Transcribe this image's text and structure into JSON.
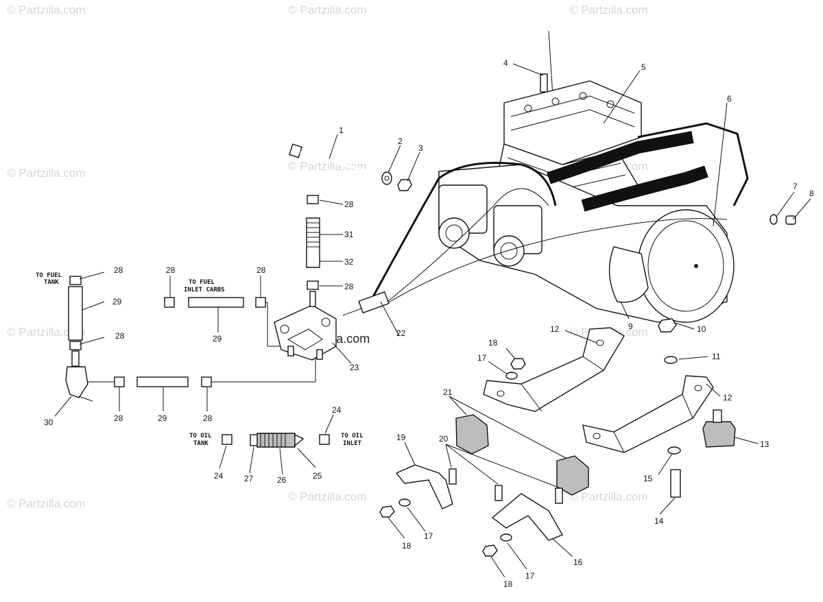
{
  "watermark": {
    "text": "© Partzilla.com",
    "center_text": "© Partzilla.com"
  },
  "callouts": {
    "c1": "1",
    "c2": "2",
    "c3": "3",
    "c4": "4",
    "c5": "5",
    "c6": "6",
    "c7": "7",
    "c8": "8",
    "c9": "9",
    "c10": "10",
    "c11": "11",
    "c12a": "12",
    "c12b": "12",
    "c13": "13",
    "c14": "14",
    "c15": "15",
    "c16": "16",
    "c17a": "17",
    "c17b": "17",
    "c17c": "17",
    "c18a": "18",
    "c18b": "18",
    "c18c": "18",
    "c19": "19",
    "c20": "20",
    "c21": "21",
    "c22": "22",
    "c23": "23",
    "c24a": "24",
    "c24b": "24",
    "c25": "25",
    "c26": "26",
    "c27": "27",
    "c28a": "28",
    "c28b": "28",
    "c28c": "28",
    "c28d": "28",
    "c28e": "28",
    "c28f": "28",
    "c28g": "28",
    "c28h": "28",
    "c29a": "29",
    "c29b": "29",
    "c29c": "29",
    "c30": "30",
    "c31": "31",
    "c32": "32"
  },
  "labels": {
    "fuel_tank_1": "TO FUEL",
    "fuel_tank_2": "TANK",
    "fuel_inlet_1": "TO FUEL",
    "fuel_inlet_2": "INLET CARBS",
    "oil_tank_1": "TO OIL",
    "oil_tank_2": "TANK",
    "oil_inlet_1": "TO OIL",
    "oil_inlet_2": "INLET"
  }
}
